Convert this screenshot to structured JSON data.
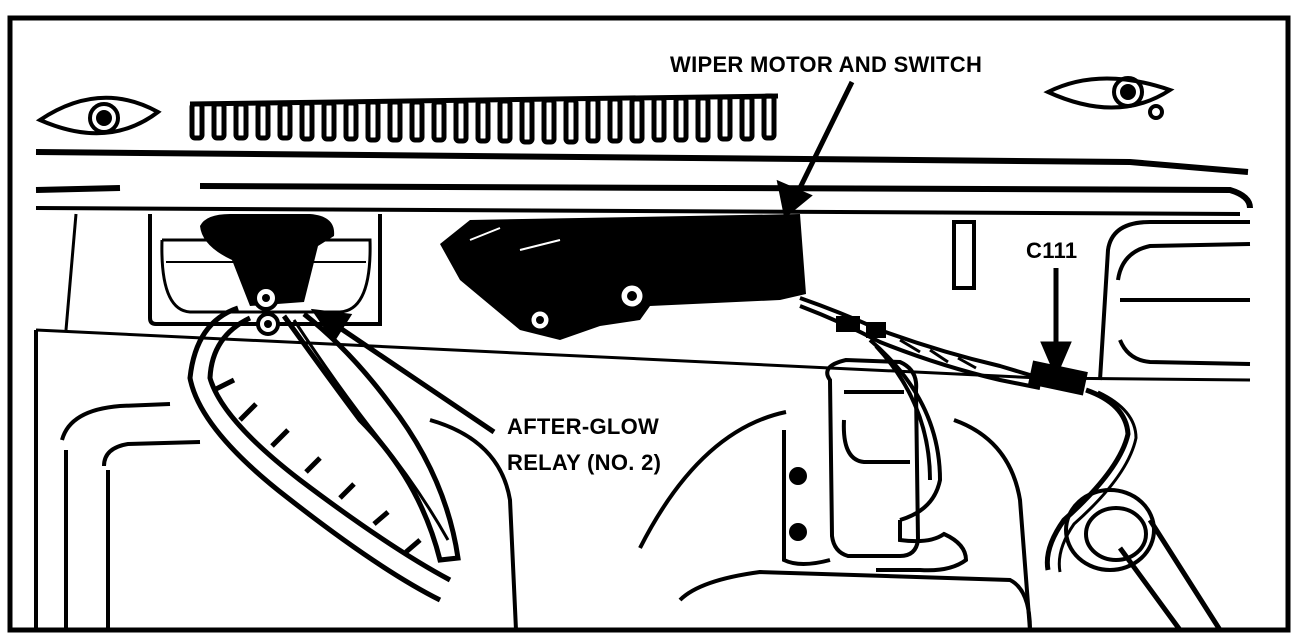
{
  "labels": {
    "wiper_motor": "WIPER MOTOR AND SWITCH",
    "connector": "C111",
    "relay_line1": "AFTER-GLOW",
    "relay_line2": "RELAY (NO. 2)"
  },
  "colors": {
    "ink": "#000000",
    "paper": "#ffffff"
  }
}
